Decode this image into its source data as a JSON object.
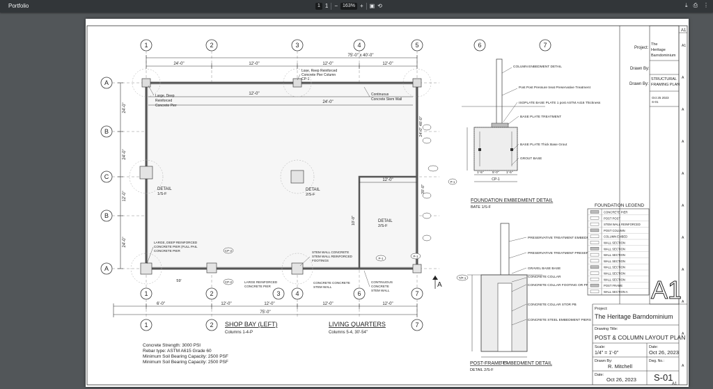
{
  "viewer": {
    "title": "Portfolio",
    "page_current": "1",
    "page_total": "1",
    "zoom": "163%",
    "icons": [
      "minus-icon",
      "plus-icon",
      "fit-page-icon",
      "rotate-icon",
      "download-icon",
      "print-icon",
      "more-icon"
    ]
  },
  "grid": {
    "cols": [
      "1",
      "2",
      "3",
      "4",
      "5"
    ],
    "cols_right": [
      "6",
      "7"
    ],
    "rows": [
      "A",
      "B",
      "C",
      "B",
      "A"
    ],
    "bottom_cols": [
      "1",
      "2",
      "3",
      "4",
      "6",
      "7"
    ]
  },
  "dims": {
    "overall_top": "75'-0\" x 40'-0\"",
    "top_spans": [
      "24'-0\"",
      "12'-0\"",
      "12'-0\"",
      "12'-0\""
    ],
    "inner_spans": [
      "12'-0\"",
      "24'-0\""
    ],
    "left_spans": [
      "24'-0\"",
      "24'-0\"",
      "12'-0\"",
      "24'-0\""
    ],
    "bottom_spans": [
      "6'-0\"",
      "12'-0\"",
      "12'-0\"",
      "12'-0\"",
      "12'-0\""
    ],
    "overall_bottom": "75'-0\"",
    "right_side": "24'-0\" 48'-0\"",
    "lq_width": "12'-0\"",
    "lq_height": "20'-0\"",
    "lq_inner": "10'-0\"",
    "mid_left": "59'",
    "post_bay": "12'-0\""
  },
  "callouts": {
    "c1": [
      "Large, Deep",
      "Reinforced",
      "Concrete Pier"
    ],
    "c2": [
      "Lose, Reep Reinforced",
      "Concrete Pier Column",
      "CP-1"
    ],
    "c3": [
      "Continuous",
      "Concrete Stem Wall"
    ],
    "c4": [
      "LARGE, DEEP REINFORCED",
      "CONCRETE PIER (FULL PAIL",
      "CONCRETE PIER"
    ],
    "c5": [
      "STEM WALL CONCRETE",
      "STEM WALL REINFORCED",
      "FOOTINGS"
    ],
    "c6": [
      "LARGE REINFORCED",
      "CONCRETE PIER"
    ],
    "c7": [
      "CONCRETE CONCRETE",
      "STEM WALL"
    ],
    "c8": [
      "CONTINUOUS",
      "CONCRETE",
      "STEM WALL"
    ]
  },
  "details": {
    "d1": [
      "DETAIL",
      "1/S-F"
    ],
    "d2": [
      "DETAIL",
      "2/S-F"
    ],
    "d3": [
      "DETAIL",
      "2/S-F"
    ]
  },
  "tags": {
    "cp2": "CP-2",
    "cp2b": "CP-2",
    "p1": "P-1",
    "p1b": "P-1",
    "tp1": "T/P-1",
    "cp1": "CP-1",
    "p1c": "P-1",
    "section_a": "A"
  },
  "plan_labels": {
    "shop_bay": "SHOP BAY (LEFT)",
    "shop_bay_sub": "Columns 1-4-P",
    "living": "LIVING QUARTERS",
    "living_sub": "Columns 5-4, 30'-54\""
  },
  "notes": [
    "Concrete Strength: 3000 PSI",
    "Rebar type: ASTM A615 Grade 60",
    "Minimum Soil Bearing Capacity: 2500 PSF",
    "Minimum Soil Bearing Capacity: 2500 PSF"
  ],
  "foundation_detail": {
    "callouts": [
      "COLUMN ENBEDMENT DETAIL",
      "Post Post Pressure treat Preservative Treatment",
      "ISOPLATE BASE PLATE 1 post ASTM A416 Thickness",
      "BASE PLATE TREATMENT",
      "BASE PLATE Thick Base Grout",
      "GROUT BASE"
    ],
    "title": "FOUNDATION EMBEDMENT DETAIL",
    "sub": "BATE 1/S-F",
    "dim_width": "CP-1",
    "dim_parts": [
      "1'-5\"",
      "5'-0\"",
      "1'-5\""
    ]
  },
  "postframe_detail": {
    "callouts": [
      "PRESERVATIVE TREATMENT EMBEDMENT DETAIL",
      "PRESERVATIVE TREATMENT PRESERVATIVE TREATMENT, GRAVEL BASE",
      "GRAVEL BASE BASE",
      "CONCRETE COLLAR",
      "CONCRETE COLLAR FOOTING OR PRESERVATIVE TREATMENT",
      "CONCRETE COLLAR STOR PB",
      "CONCRETE STEEL EMBEDMENT PIERS"
    ],
    "title": "POST-FRAME EMBEDMENT DETAIL",
    "sub": "DETAIL 2/S-F",
    "bottom_dim": "T/P1"
  },
  "legend": {
    "title": "FOUNDATION LEGEND",
    "rows": [
      "CONCRETE PIER",
      "POST POST",
      "STEM WALL REINFORCED",
      "POST COLUMN",
      "COLUMN EMBED",
      "WALL SECTION",
      "WALL SECTION",
      "WALL SECTION",
      "WALL SECTION",
      "WALL SECTION",
      "WALL SECTION",
      "WALL SECTION",
      "POST FRAME",
      "WALL SECTION A"
    ]
  },
  "title_block": {
    "sheet_top": "A1",
    "project_label": "Project:",
    "project_value": [
      "The",
      "Heritage",
      "Barndominium"
    ],
    "drawn_by_label": "Drawn By:",
    "structural": [
      "STRUCTURAL",
      "FRAMING PLAN"
    ],
    "drawn_label2": "Drawn By:",
    "date_small": [
      "Oct 25 2023",
      "S-01"
    ],
    "big_a1": "A1",
    "project_label2": "Project:",
    "project_name": "The Heritage Barndominium",
    "drawing_title_label": "Drawing Title:",
    "drawing_title": "POST & COLUMN LAYOUT PLAN",
    "scale_label": "Scale:",
    "scale_value": "1/4\" = 1'-0\"",
    "date_label": "Date:",
    "date_value": "Oct 26, 2023",
    "drawn_by_label3": "Drawn By:",
    "drawn_by_value": "R. Mitchell",
    "dwg_no_label": "Dwg. No.:",
    "date_label2": "Date:",
    "date_value2": "Oct 26, 2023",
    "sheet_no": "S-01",
    "side_marks": [
      "A1",
      "A",
      "A",
      "A",
      "A",
      "A",
      "A",
      "A",
      "A",
      "A",
      "A"
    ],
    "bottom_mark": "A1"
  }
}
